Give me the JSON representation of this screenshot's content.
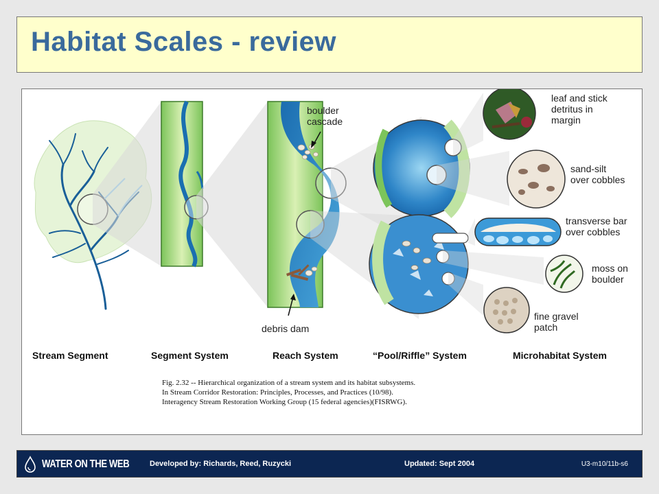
{
  "slide": {
    "title": "Habitat Scales - review"
  },
  "figure": {
    "annotations": {
      "boulder_cascade": [
        "boulder",
        "cascade"
      ],
      "debris_dam": "debris dam",
      "leaf_detritus": [
        "leaf and stick",
        "detritus in",
        "margin"
      ],
      "sand_silt": [
        "sand-silt",
        "over cobbles"
      ],
      "transverse_bar": [
        "transverse bar",
        "over cobbles"
      ],
      "moss": [
        "moss on",
        "boulder"
      ],
      "fine_gravel": [
        "fine gravel",
        "patch"
      ]
    },
    "headings": {
      "stream_segment": "Stream Segment",
      "segment_system": "Segment System",
      "reach_system": "Reach System",
      "pool_riffle": "“Pool/Riffle” System",
      "microhabitat": "Microhabitat System"
    },
    "caption": [
      "Fig. 2.32 -- Hierarchical organization of a stream system and its habitat subsystems.",
      "In Stream Corridor Restoration:  Principles, Processes, and Practices (10/98).",
      "Interagency Stream Restoration Working Group (15 federal agencies)(FISRWG)."
    ]
  },
  "footer": {
    "logo_text": "WATER ON THE WEB",
    "credits": "Developed by: Richards, Reed, Ruzycki",
    "updated": "Updated:  Sept 2004",
    "code": "U3-m10/11b-s6"
  },
  "colors": {
    "title_bg": "#ffffcc",
    "title_text": "#3a6a9c",
    "footer_bg": "#0c2652",
    "water_dark": "#1a6fb0",
    "water_light": "#7ec3e8",
    "bank_green": "#9fd36a",
    "bank_light": "#d8efb8"
  }
}
